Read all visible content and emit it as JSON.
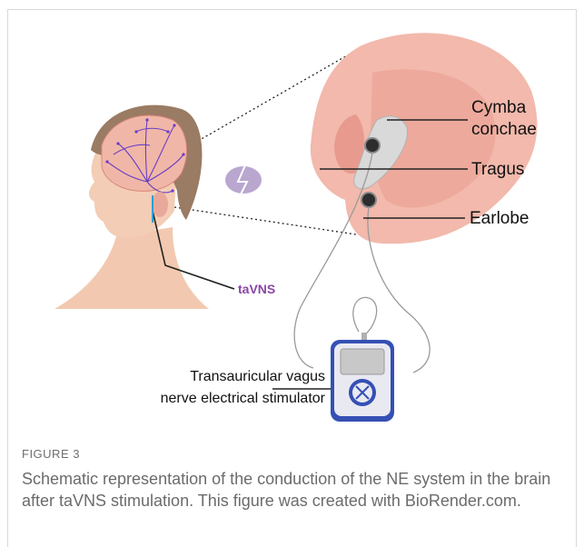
{
  "figure": {
    "label": "FIGURE 3",
    "caption": "Schematic representation of the conduction of the NE system in the brain after taVNS stimulation. This figure was created with BioRender.com."
  },
  "diagram": {
    "ear_labels": {
      "cymba_line1": "Cymba",
      "cymba_line2": "conchae",
      "tragus": "Tragus",
      "earlobe": "Earlobe"
    },
    "head_label": "taVNS",
    "stimulator_line1": "Transauricular vagus",
    "stimulator_line2": "nerve electrical stimulator"
  }
}
